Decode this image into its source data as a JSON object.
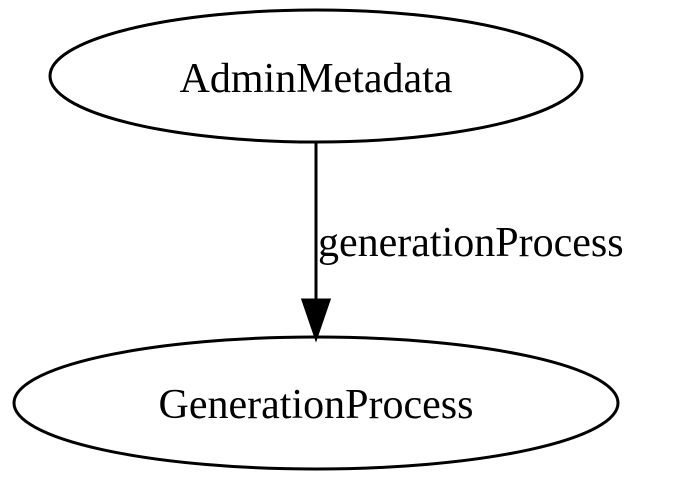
{
  "graph": {
    "nodes": [
      {
        "id": "admin-metadata",
        "label": "AdminMetadata"
      },
      {
        "id": "generation-process",
        "label": "GenerationProcess"
      }
    ],
    "edges": [
      {
        "from": "admin-metadata",
        "to": "generation-process",
        "label": "generationProcess"
      }
    ]
  },
  "colors": {
    "background": "#ffffff",
    "stroke": "#000000",
    "text": "#000000"
  }
}
